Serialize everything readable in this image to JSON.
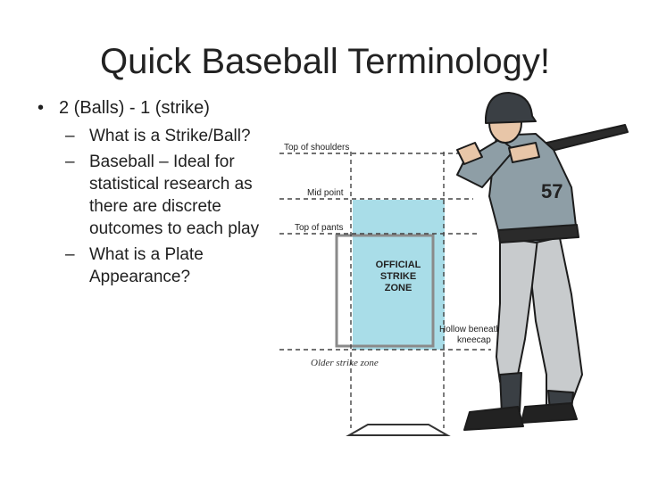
{
  "slide": {
    "title": "Quick Baseball Terminology!",
    "bullets": [
      {
        "marker": "•",
        "text": "2 (Balls) - 1 (strike)",
        "sub": [
          {
            "marker": "–",
            "text": "What is a Strike/Ball?"
          },
          {
            "marker": "–",
            "text": "Baseball – Ideal  for statistical research as there are discrete outcomes to each play"
          },
          {
            "marker": "–",
            "text": "What is a Plate Appearance?"
          }
        ]
      }
    ]
  },
  "diagram": {
    "labels": {
      "top_of_shoulders": "Top of shoulders",
      "mid_point": "Mid point",
      "top_of_pants": "Top of pants",
      "zone_line1": "OFFICIAL",
      "zone_line2": "STRIKE",
      "zone_line3": "ZONE",
      "hollow_line1": "Hollow beneath",
      "hollow_line2": "kneecap",
      "older_zone": "Older strike zone"
    },
    "colors": {
      "zone_fill": "#a9dde8",
      "uniform": "#8e9ea6",
      "pants": "#c8cbcd",
      "skin": "#e8c6a8",
      "helmet": "#3a3f44"
    }
  }
}
